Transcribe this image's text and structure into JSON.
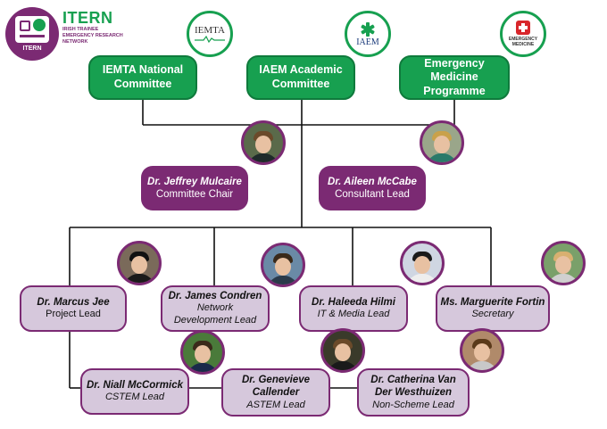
{
  "logo": {
    "title": "ITERN",
    "subtitle_lines": [
      "IRISH TRAINEE",
      "EMERGENCY RESEARCH",
      "NETWORK"
    ],
    "emblem_text": "ITERN",
    "brand_colors": {
      "green": "#17a050",
      "purple": "#7b2a73"
    }
  },
  "top_committees": [
    {
      "label": "IEMTA National Committee",
      "badge_text": "IEMTA",
      "icon": "ecg-wave-icon"
    },
    {
      "label": "IAEM Academic Committee",
      "badge_text": "IAEM",
      "icon": "star-of-life-icon"
    },
    {
      "label": "Emergency Medicine Programme",
      "badge_text": "EMERGENCY MEDICINE",
      "icon": "medical-cross-icon"
    }
  ],
  "leads": [
    {
      "name": "Dr. Jeffrey Mulcaire",
      "role": "Committee Chair"
    },
    {
      "name": "Dr. Aileen McCabe",
      "role": "Consultant Lead"
    }
  ],
  "team_row1": [
    {
      "name": "Dr. Marcus Jee",
      "role": "Project Lead"
    },
    {
      "name": "Dr. James Condren",
      "role": "Network Development Lead"
    },
    {
      "name": "Dr. Haleeda Hilmi",
      "role": "IT & Media Lead"
    },
    {
      "name": "Ms. Marguerite Fortin",
      "role": "Secretary"
    }
  ],
  "team_row2": [
    {
      "name": "Dr. Niall McCormick",
      "role": "CSTEM Lead"
    },
    {
      "name": "Dr. Genevieve Callender",
      "role": "ASTEM Lead"
    },
    {
      "name": "Dr. Catherina Van Der Westhuizen",
      "role": "Non-Scheme Lead"
    }
  ]
}
